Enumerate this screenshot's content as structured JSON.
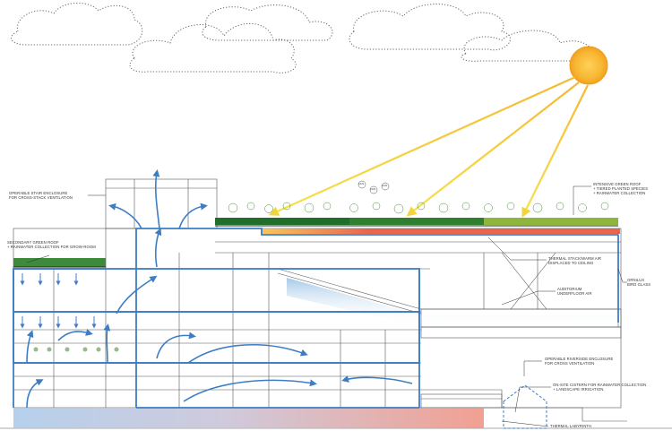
{
  "labels": {
    "stair": [
      "OPERABLE STAIR ENCLOSURE",
      "FOR CROSS-STACK VENTILATION"
    ],
    "secondary_roof": [
      "SECONDARY GREEN ROOF",
      "+ RAINWATER COLLECTION FOR GROW-ROOM"
    ],
    "intensive_roof": [
      "INTENSIVE GREEN ROOF",
      "+ TIERED PLANTED SPECIES",
      "+ RAINWATER COLLECTION"
    ],
    "thermal_stack": [
      "THERMAL STACK/WARM AIR",
      "DISPLACED TO CEILING"
    ],
    "ornilux": [
      "ORNILUX",
      "BIRD GLASS"
    ],
    "auditorium": [
      "AUDITORIUM",
      "UNDERFLOOR AIR"
    ],
    "riverside": [
      "OPERABLE RIVERSIDE ENCLOSURE",
      "FOR CROSS VENTILATION"
    ],
    "cistern": [
      "ON-SITE CISTERN FOR RAINWATER COLLECTION",
      "+ LANDSCAPE IRRIGATION"
    ],
    "labyrinth": [
      "THERMAL LABYRINTH"
    ],
    "fans": [
      "FAN",
      "FAN",
      "FAN"
    ]
  },
  "colors": {
    "sun": "#f7b733",
    "sunray": "#f3d43a",
    "airflow": "#3d7dc4",
    "green_roof": "#3c8a3a",
    "warm_band": "#e8533a",
    "cool_band": "#b9d7ee",
    "labyrinth_cool": "#8fb6dd",
    "labyrinth_warm": "#e48b7a",
    "linework": "#555555"
  }
}
